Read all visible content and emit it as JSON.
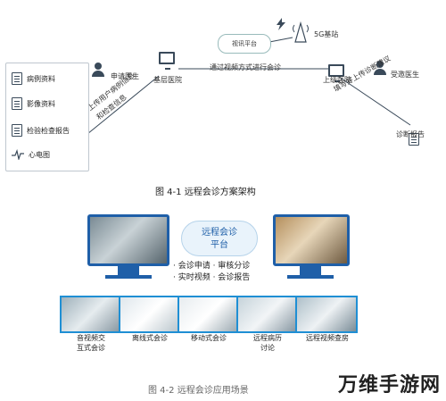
{
  "figure1": {
    "caption": "图 4-1  远程会诊方案架构",
    "left_items": [
      {
        "label": "病例资料",
        "icon": "document-icon"
      },
      {
        "label": "影像资料",
        "icon": "image-icon"
      },
      {
        "label": "检验检查报告",
        "icon": "report-icon"
      },
      {
        "label": "心电图",
        "icon": "ecg-icon"
      }
    ],
    "apply_doctor": "申请医生",
    "primary_hospital": "基层医院",
    "cloud_label": "视讯平台",
    "tower_label": "5G基站",
    "middle_text": "通过视频方式进行会诊",
    "upper_hospital": "上级医院",
    "invited_doctor": "受邀医生",
    "upload_text_1": "上传用户病例信息",
    "upload_text_2": "和检查信息",
    "write_text": "填写并上传诊断建议",
    "diagnosis_report": "诊断报告"
  },
  "figure2": {
    "caption": "图 4-2  远程会诊应用场景",
    "platform_line1": "远程会诊",
    "platform_line2": "平台",
    "bullets": [
      "· 会诊申请  · 审核分诊",
      "· 实时视频  · 会诊报告"
    ],
    "scenes": [
      {
        "line1": "音视频交",
        "line2": "互式会诊"
      },
      {
        "line1": "离线式会诊",
        "line2": ""
      },
      {
        "line1": "移动式会诊",
        "line2": ""
      },
      {
        "line1": "远程病历",
        "line2": "讨论"
      },
      {
        "line1": "远程视频查房",
        "line2": ""
      }
    ]
  },
  "watermark": "万维手游网",
  "colors": {
    "brand_blue": "#1f5fa8",
    "thumb_border": "#1f8fd4",
    "line": "#3a4a5a"
  }
}
